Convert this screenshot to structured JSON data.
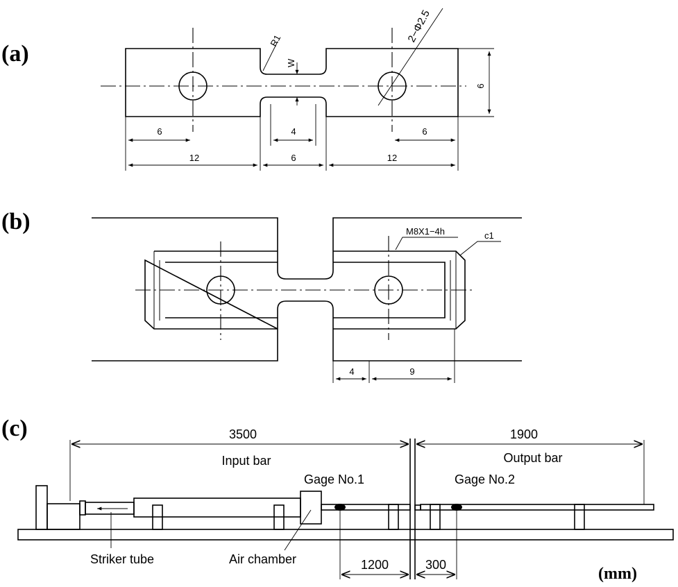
{
  "panels": {
    "a": {
      "label": "(a)",
      "dims": {
        "r1": "R1",
        "w": "W",
        "holes": "2−Φ2.5",
        "height": "6",
        "left_hole": "6",
        "neck": "4",
        "right_hole": "6",
        "left_len": "12",
        "mid_len": "6",
        "right_len": "12"
      }
    },
    "b": {
      "label": "(b)",
      "dims": {
        "thread": "M8X1−4h",
        "chamfer": "c1",
        "d4": "4",
        "d9": "9"
      }
    },
    "c": {
      "label": "(c)",
      "dims": {
        "input_len": "3500",
        "output_len": "1900",
        "gage1_dist": "1200",
        "gage2_dist": "300"
      },
      "labels": {
        "input_bar": "Input bar",
        "output_bar": "Output bar",
        "gage1": "Gage No.1",
        "gage2": "Gage No.2",
        "striker": "Striker tube",
        "air_chamber": "Air chamber"
      }
    }
  },
  "units": "(mm)"
}
